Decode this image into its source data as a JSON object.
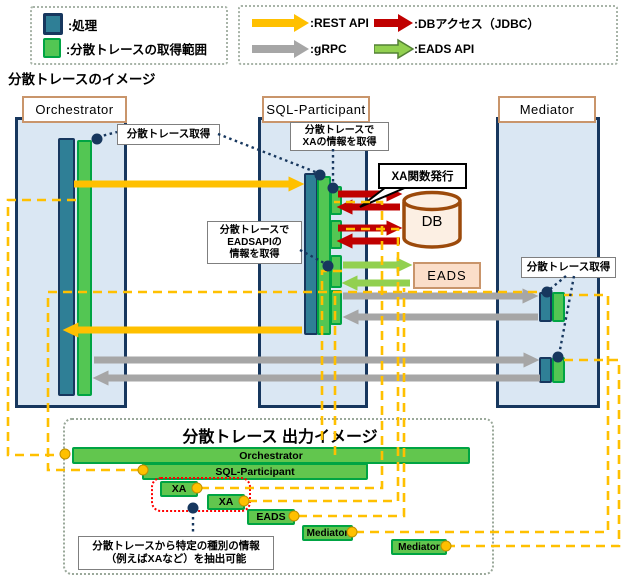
{
  "colors": {
    "process_teal": "#2f7f96",
    "trace_green": "#53c653",
    "navy": "#17375e",
    "rest_yellow": "#ffc000",
    "db_red": "#c00000",
    "grpc_gray": "#a6a6a6",
    "eads_green": "#92d050",
    "column_fill": "#dae7f3",
    "db_border": "#9c4a0b",
    "eads_fill": "#fbdec9",
    "red_dotted": "#ff0000"
  },
  "legend_left": {
    "items": [
      {
        "name": "process",
        "label": ":処理"
      },
      {
        "name": "trace-range",
        "label": ":分散トレースの取得範囲"
      }
    ]
  },
  "legend_right": {
    "items": [
      {
        "name": "rest-api",
        "label": ":REST API"
      },
      {
        "name": "db-access",
        "label": ":DBアクセス（JDBC）"
      },
      {
        "name": "grpc",
        "label": ":gRPC"
      },
      {
        "name": "eads-api",
        "label": ":EADS API"
      }
    ]
  },
  "diagram_title": "分散トレースのイメージ",
  "columns": [
    {
      "label": "Orchestrator"
    },
    {
      "label": "SQL-Participant"
    },
    {
      "label": "Mediator"
    }
  ],
  "nodes": {
    "db": "DB",
    "eads": "EADS"
  },
  "callouts": {
    "trace_get_left": "分散トレース取得",
    "xa_info": "分散トレースで\nXAの情報を取得",
    "xa_call": "XA関数発行",
    "eads_info": "分散トレースで\nEADSAPIの\n情報を取得",
    "trace_get_right": "分散トレース取得",
    "extract_note": "分散トレースから特定の種別の情報\n（例えばXAなど）を抽出可能"
  },
  "output": {
    "title": "分散トレース 出力イメージ",
    "bars": [
      {
        "label": "Orchestrator"
      },
      {
        "label": "SQL-Participant"
      },
      {
        "label": "XA"
      },
      {
        "label": "XA"
      },
      {
        "label": "EADS"
      },
      {
        "label": "Mediator"
      },
      {
        "label": "Mediator"
      }
    ]
  }
}
